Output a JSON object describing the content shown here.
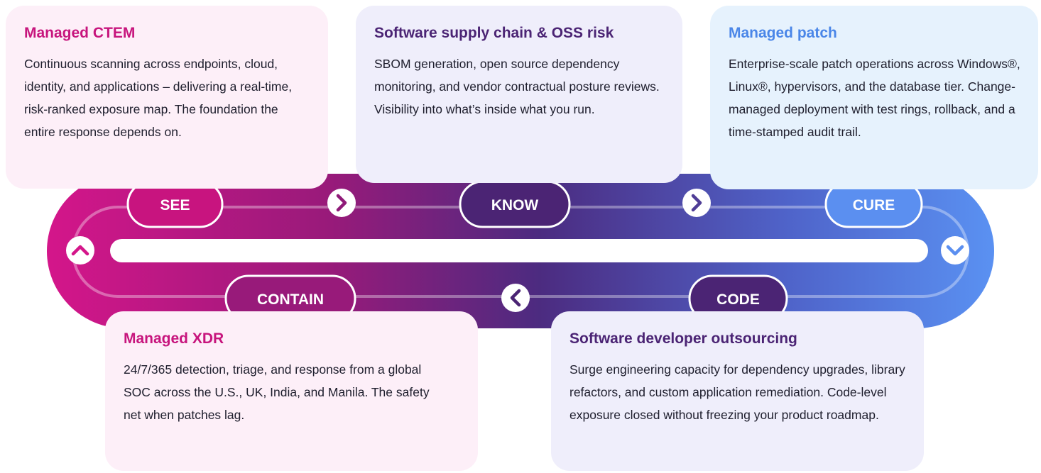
{
  "stages": {
    "see": "SEE",
    "know": "KNOW",
    "cure": "CURE",
    "code": "CODE",
    "contain": "CONTAIN"
  },
  "cards": {
    "see": {
      "title": "Managed CTEM",
      "body": "Continuous scanning across endpoints, cloud, identity, and applications – delivering a real-time, risk-ranked exposure map. The foundation the entire response depends on."
    },
    "know": {
      "title": "Software supply chain & OSS risk",
      "body": "SBOM generation, open source dependency monitoring, and vendor contractual posture reviews. Visibility into what’s inside what you run."
    },
    "cure": {
      "title": "Managed patch",
      "body": "Enterprise-scale patch operations across Windows®, Linux®, hypervisors, and the database tier. Change-managed deployment with test rings, rollback, and a time-stamped audit trail."
    },
    "contain": {
      "title": "Managed XDR",
      "body": "24/7/365 detection, triage, and response from a global SOC across the U.S., UK, India, and Manila. The safety net when patches lag."
    },
    "code": {
      "title": "Software developer outsourcing",
      "body": "Surge engineering capacity for dependency upgrades, library refactors, and custom application remediation. Code-level exposure closed without freezing your product roadmap."
    }
  },
  "icons": {
    "arrow_top_left": "chevron-right-icon",
    "arrow_top_right": "chevron-right-icon",
    "arrow_right": "chevron-down-icon",
    "arrow_bottom": "chevron-left-icon",
    "arrow_left": "chevron-up-icon"
  },
  "colors": {
    "magenta": "#c7157d",
    "purple": "#4b2474",
    "blue": "#5b8ff0",
    "see_card_bg": "#fdeff8",
    "know_card_bg": "#efeefb",
    "cure_card_bg": "#e6f2fd"
  }
}
